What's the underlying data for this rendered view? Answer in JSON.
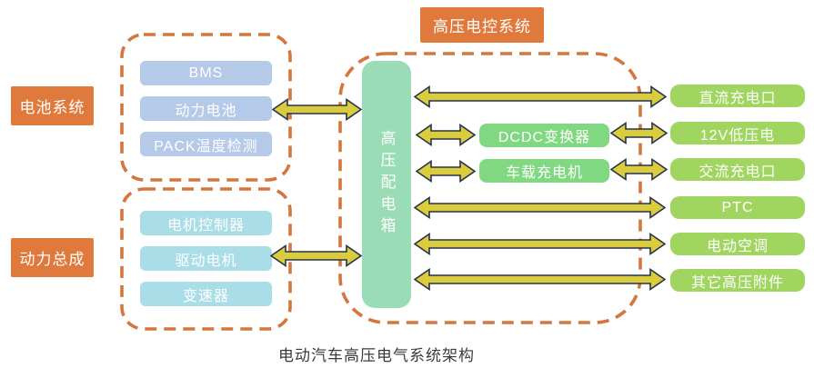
{
  "caption": "电动汽车高压电气系统架构",
  "labels": {
    "battery_system": "电池系统",
    "powertrain": "动力总成",
    "hv_control_system": "高压电控系统"
  },
  "battery_group": {
    "items": [
      "BMS",
      "动力电池",
      "PACK温度检测"
    ]
  },
  "powertrain_group": {
    "items": [
      "电机控制器",
      "驱动电机",
      "变速器"
    ]
  },
  "hv_distribution_box": {
    "label": "高压配电箱"
  },
  "hv_internal": {
    "items": [
      "DCDC变换器",
      "车载充电机"
    ]
  },
  "right_column": {
    "items": [
      "直流充电口",
      "12V低压电",
      "交流充电口",
      "PTC",
      "电动空调",
      "其它高压附件"
    ]
  },
  "colors": {
    "orange_fill": "#e0793c",
    "dash_orange": "#d4763e",
    "blue_box": "#b5c9e8",
    "cyan_box": "#a9dde8",
    "mint_box": "#99dcb5",
    "green_box": "#80d880",
    "lime_box": "#a0d55f",
    "arrow_fill": "#d9cc3d",
    "arrow_stroke": "#28324e",
    "box_text": "#ffffff",
    "caption_text": "#3b3b3b"
  }
}
